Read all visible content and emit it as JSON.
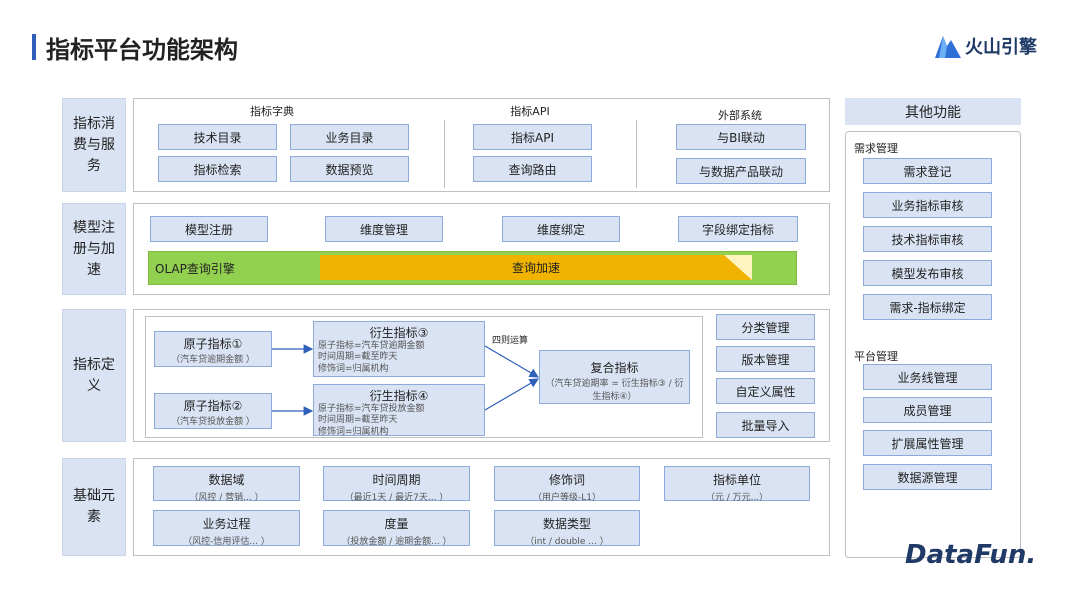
{
  "title": "指标平台功能架构",
  "logo": {
    "text": "火山引擎"
  },
  "rows": {
    "consumption": {
      "label": "指标消费与服务",
      "dictionary": {
        "title": "指标字典",
        "items": [
          "技术目录",
          "业务目录",
          "指标检索",
          "数据预览"
        ]
      },
      "api": {
        "title": "指标API",
        "items": [
          "指标API",
          "查询路由"
        ]
      },
      "external": {
        "title": "外部系统",
        "items": [
          "与BI联动",
          "与数据产品联动"
        ]
      }
    },
    "model": {
      "label": "模型注册与加速",
      "items": [
        "模型注册",
        "维度管理",
        "维度绑定",
        "字段绑定指标"
      ],
      "olap": "OLAP查询引擎",
      "acceleration": "查询加速"
    },
    "definition": {
      "label": "指标定义",
      "atomic": [
        {
          "title": "原子指标①",
          "sub": "（汽车贷逾期金额 ）"
        },
        {
          "title": "原子指标②",
          "sub": "（汽车贷投放金额 ）"
        }
      ],
      "derived": [
        {
          "title": "衍生指标③",
          "lines": [
            "原子指标=汽车贷逾期金额",
            "时间周期=截至昨天",
            "修饰词=归属机构"
          ]
        },
        {
          "title": "衍生指标④",
          "lines": [
            "原子指标=汽车贷投放金额",
            "时间周期=截至昨天",
            "修饰词=归属机构"
          ]
        }
      ],
      "ops_label": "四则运算",
      "composite": {
        "title": "复合指标",
        "sub": "（汽车贷逾期率 = 衍生指标③ / 衍生指标④）"
      },
      "side_items": [
        "分类管理",
        "版本管理",
        "自定义属性",
        "批量导入"
      ]
    },
    "base": {
      "label": "基础元素",
      "items": [
        {
          "title": "数据域",
          "sub": "（风控 / 营销... ）"
        },
        {
          "title": "时间周期",
          "sub": "（最近1天 / 最近7天... ）"
        },
        {
          "title": "修饰词",
          "sub": "（用户等级-L1）"
        },
        {
          "title": "指标单位",
          "sub": "（元 / 万元...）"
        },
        {
          "title": "业务过程",
          "sub": "（风控-信用评估... ）"
        },
        {
          "title": "度量",
          "sub": "（投放金额 / 逾期金额... ）"
        },
        {
          "title": "数据类型",
          "sub": "（int / double ... ）"
        }
      ]
    }
  },
  "other": {
    "title": "其他功能",
    "requirements": {
      "label": "需求管理",
      "items": [
        "需求登记",
        "业务指标审核",
        "技术指标审核",
        "模型发布审核",
        "需求-指标绑定"
      ]
    },
    "platform": {
      "label": "平台管理",
      "items": [
        "业务线管理",
        "成员管理",
        "扩展属性管理",
        "数据源管理"
      ]
    }
  },
  "watermark": "DataFun.",
  "colors": {
    "accent": "#2f5fb8",
    "box_fill": "#dae3f3",
    "box_border": "#8eaadb",
    "olap_green": "#92d050",
    "acceleration_orange": "#f0b400"
  }
}
